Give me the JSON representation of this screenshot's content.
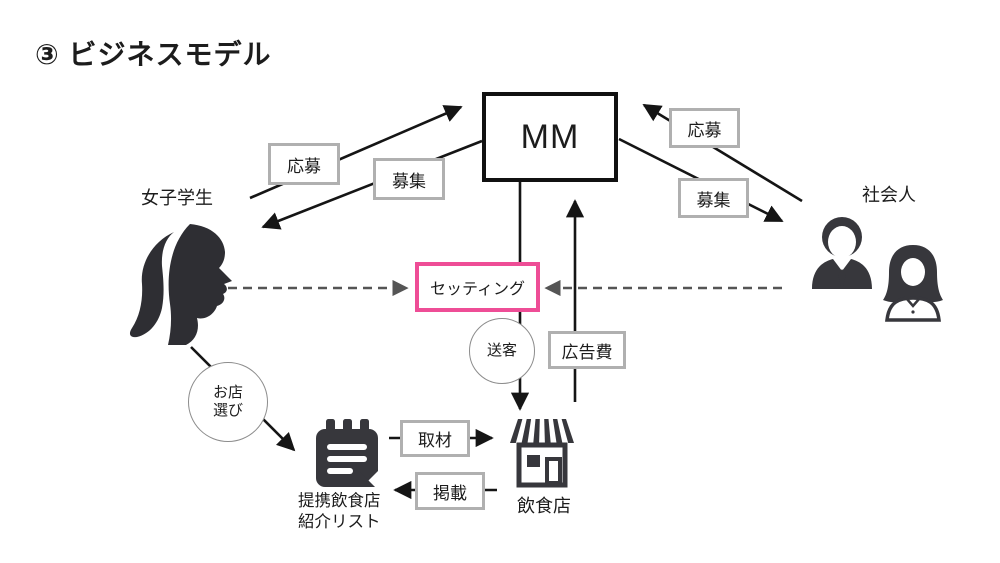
{
  "title": "③ ビジネスモデル",
  "colors": {
    "accent_pink": "#ee4d96",
    "box_border_gray": "#b0b0b0",
    "line_black": "#151515",
    "line_gray_dashed": "#555555",
    "icon_dark": "#37373c"
  },
  "actors": {
    "female_students": "女子学生",
    "working_adults": "社会人"
  },
  "center": {
    "mm": "MM",
    "setting": "セッティング"
  },
  "labels": {
    "apply_left": "応募",
    "recruit_left": "募集",
    "apply_right": "応募",
    "recruit_right": "募集",
    "send_customer": "送客",
    "ad_fee": "広告費",
    "shop_pick_1": "お店",
    "shop_pick_2": "選び",
    "interview": "取材",
    "publish": "掲載",
    "restaurant": "飲食店",
    "partner_list_1": "提携飲食店",
    "partner_list_2": "紹介リスト"
  },
  "icons": [
    "female-student-profile-icon",
    "businessman-icon",
    "businesswoman-icon",
    "notepad-list-icon",
    "storefront-icon"
  ]
}
